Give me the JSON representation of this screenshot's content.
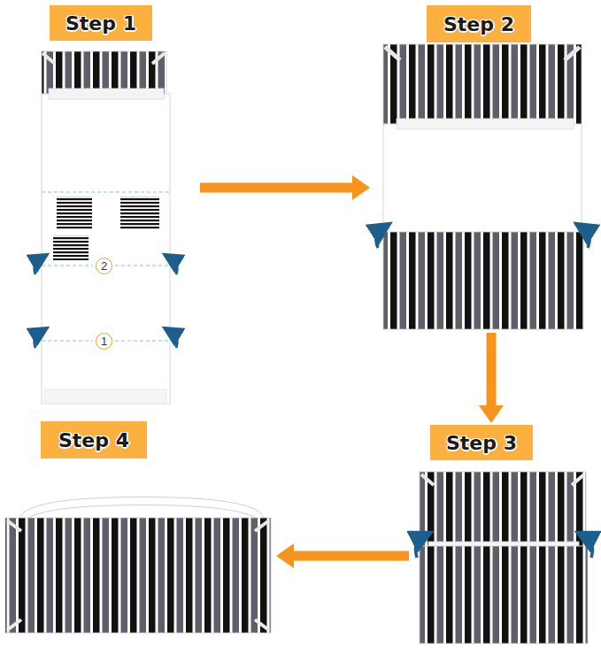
{
  "diagram": {
    "nodes": [
      {
        "text": [
          "Step 1"
        ]
      },
      {
        "text": [
          "Step 2"
        ]
      },
      {
        "text": [
          "Step 3"
        ]
      },
      {
        "text": [
          "Step 4"
        ]
      }
    ],
    "edges": [
      {
        "from": 0,
        "to": 1,
        "arrow": "to"
      },
      {
        "from": 1,
        "to": 2,
        "arrow": "to"
      },
      {
        "from": 2,
        "to": 3,
        "arrow": "to"
      }
    ],
    "labels": [
      "2",
      "1"
    ]
  }
}
